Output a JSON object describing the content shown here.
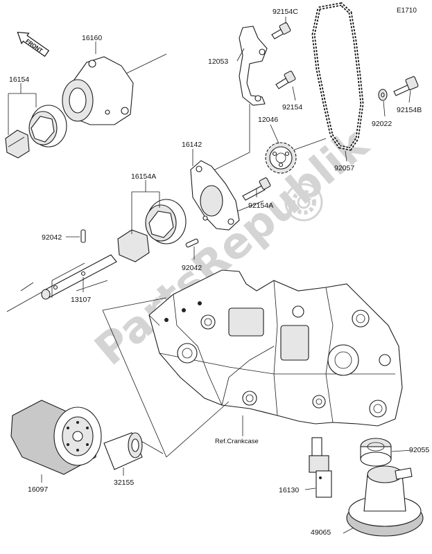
{
  "diagram": {
    "code": "E1710",
    "front_badge": "FRONT",
    "watermark": "PartsRepublik",
    "crankcase_ref": "Ref.Crankcase",
    "labels": {
      "p16160": "16160",
      "p16154": "16154",
      "p16154A": "16154A",
      "p92042_left": "92042",
      "p13107": "13107",
      "p92042_mid": "92042",
      "p16142": "16142",
      "p12046": "12046",
      "p92154A": "92154A",
      "p12053": "12053",
      "p92154C": "92154C",
      "p92154": "92154",
      "p92057": "92057",
      "p92022": "92022",
      "p92154B": "92154B",
      "p16097": "16097",
      "p32155": "32155",
      "p16130": "16130",
      "p92055": "92055",
      "p49065": "49065"
    }
  }
}
